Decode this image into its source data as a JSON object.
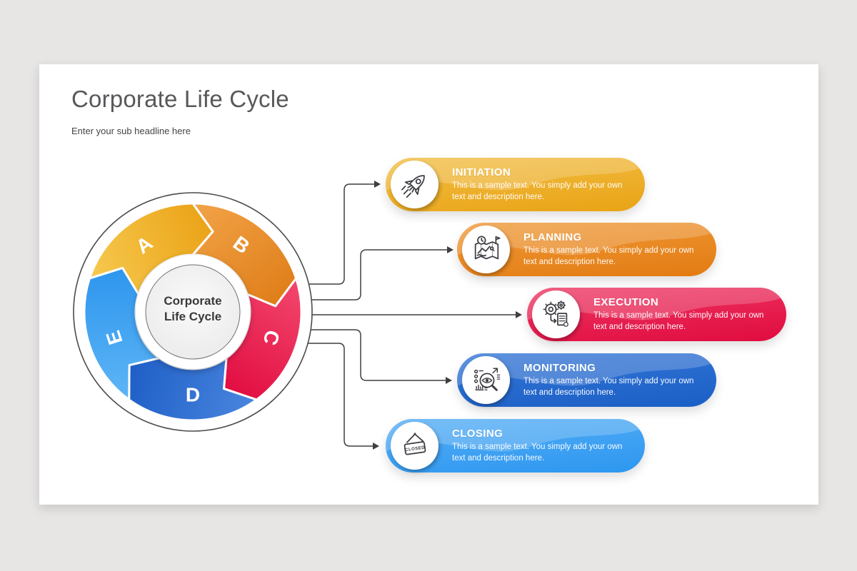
{
  "slide": {
    "title": "Corporate Life Cycle",
    "subtitle": "Enter your sub headline here"
  },
  "wheel": {
    "center_label": "Corporate Life Cycle",
    "outline_color": "#4b4b4b",
    "segments": [
      {
        "letter": "A",
        "color_light": "#F6C94F",
        "color_dark": "#EBA317"
      },
      {
        "letter": "B",
        "color_light": "#F2A348",
        "color_dark": "#DF7E19"
      },
      {
        "letter": "C",
        "color_light": "#F2486D",
        "color_dark": "#E20D42"
      },
      {
        "letter": "D",
        "color_light": "#4A86DF",
        "color_dark": "#1E5EC6"
      },
      {
        "letter": "E",
        "color_light": "#5EB5F6",
        "color_dark": "#2E96EE"
      }
    ]
  },
  "stages": [
    {
      "name": "INITIATION",
      "description": "This is a sample text. You simply add your own text and description here.",
      "icon": "rocket-icon",
      "color": "#EDAD22"
    },
    {
      "name": "PLANNING",
      "description": "This is a sample text. You simply add your own text and description here.",
      "icon": "map-plan-icon",
      "color": "#EC8C28"
    },
    {
      "name": "EXECUTION",
      "description": "This is a sample text. You simply add your own text and description here.",
      "icon": "gears-document-icon",
      "color": "#E6164A"
    },
    {
      "name": "MONITORING",
      "description": "This is a sample text. You simply add your own text and description here.",
      "icon": "magnifier-eye-icon",
      "color": "#2269CE"
    },
    {
      "name": "CLOSING",
      "description": "This is a sample text. You simply add your own text and description here.",
      "icon": "closed-sign-icon",
      "icon_text": "CLOSED",
      "color": "#38A1F3"
    }
  ]
}
